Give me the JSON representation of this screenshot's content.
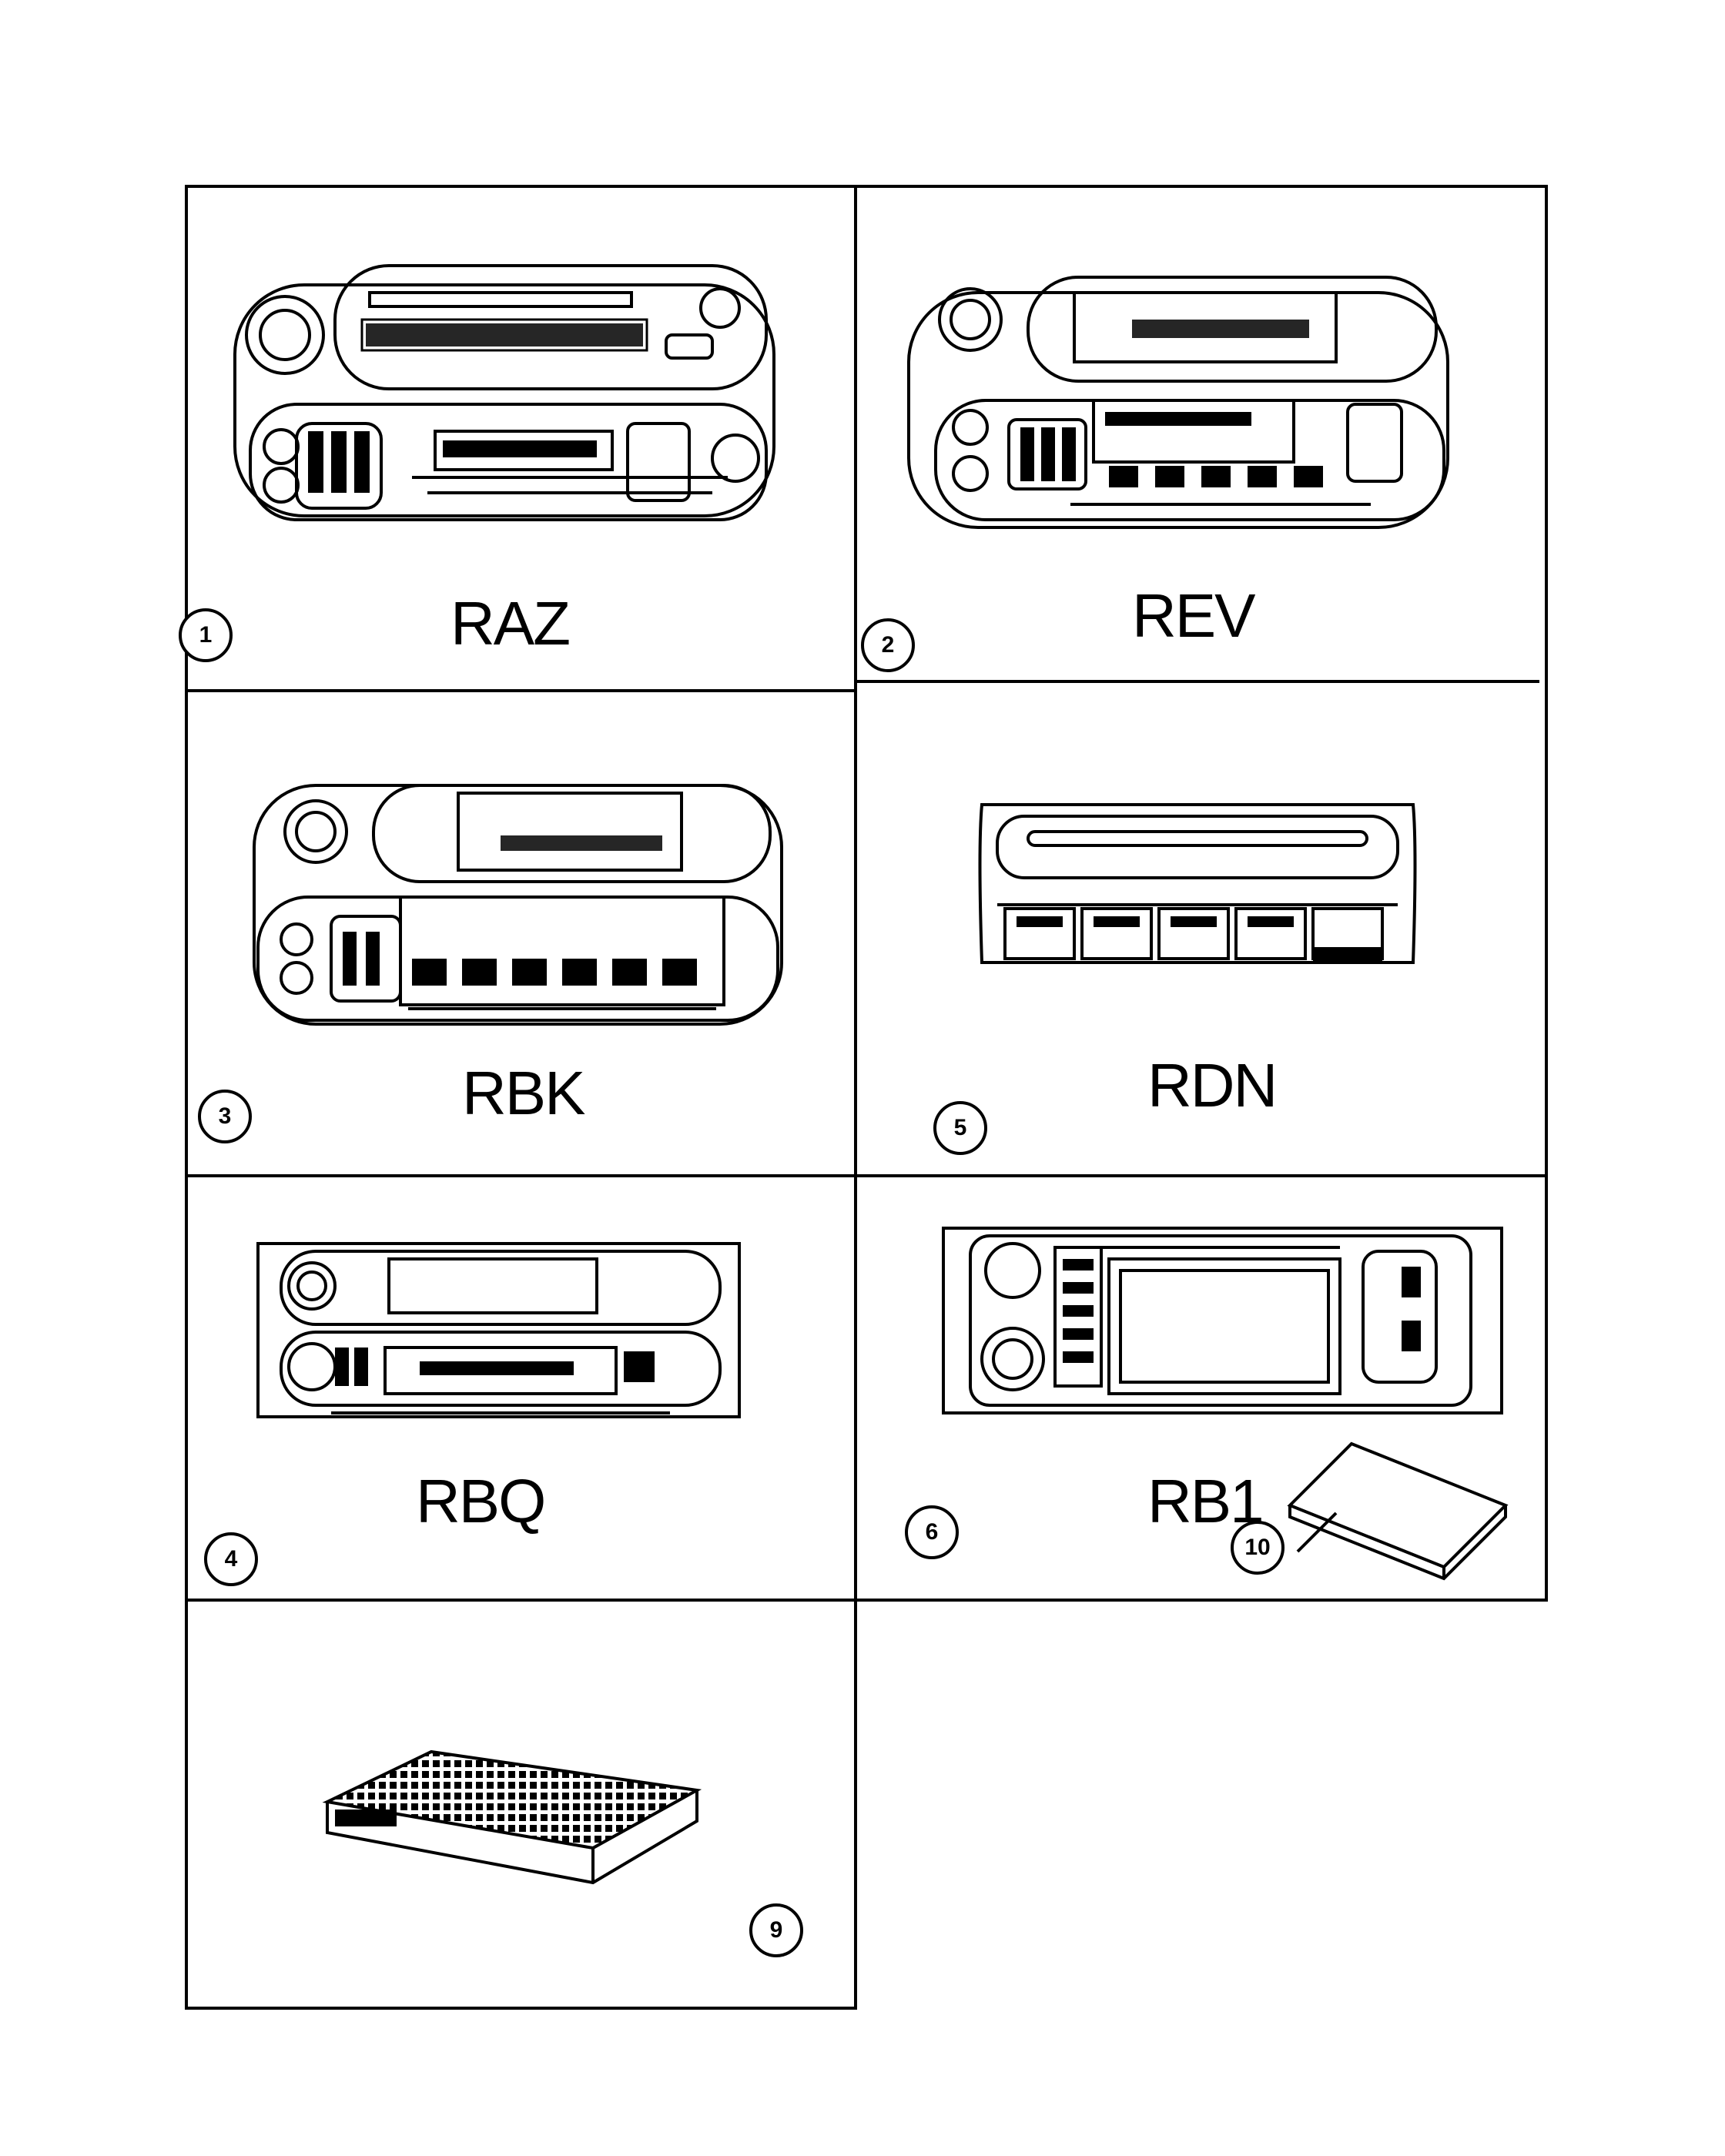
{
  "cells": [
    {
      "code": "RAZ",
      "callout": "1"
    },
    {
      "code": "REV",
      "callout": "2"
    },
    {
      "code": "RBK",
      "callout": "3"
    },
    {
      "code": "RDN",
      "callout": "5"
    },
    {
      "code": "RBQ",
      "callout": "4"
    },
    {
      "code": "RB1",
      "callout": "6",
      "extra_callout": "10"
    },
    {
      "code": "",
      "callout": "9"
    }
  ],
  "colors": {
    "line": "#000000",
    "background": "#ffffff"
  }
}
